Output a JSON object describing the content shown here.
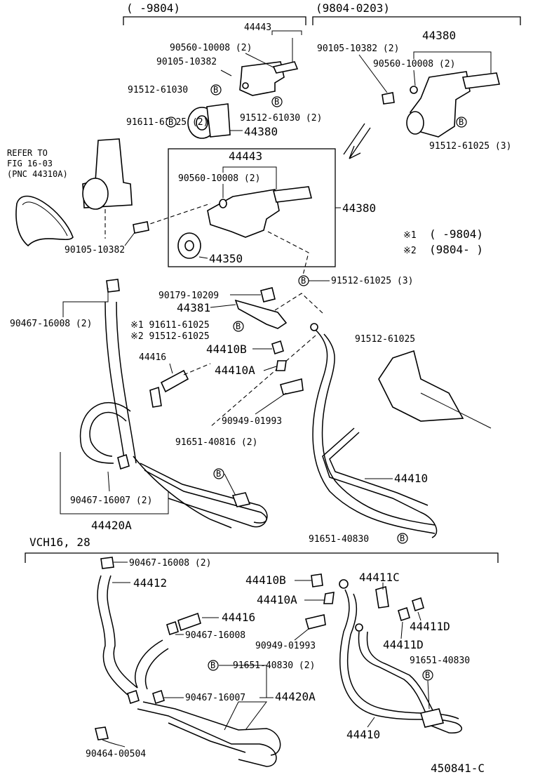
{
  "header": {
    "left_range": "(      -9804)",
    "right_range": "(9804-0203)"
  },
  "notes": {
    "note1_mark": "※1",
    "note1_range": "(      -9804)",
    "note2_mark": "※2",
    "note2_range": "(9804-      )"
  },
  "refer": {
    "line1": "REFER TO",
    "line2": "FIG 16-03",
    "line3": "(PNC 44310A)"
  },
  "bolt_symbol": "B",
  "section_title": "VCH16, 28",
  "figure_id": "450841-C",
  "labels": {
    "p44443_top": "44443",
    "p90560_top": "90560-10008 (2)",
    "p90105_top": "90105-10382",
    "p91512_top": "91512-61030",
    "p91611": "91611-61025 (2)",
    "p91512_61030_2": "91512-61030 (2)",
    "p44380_top": "44380",
    "p44380_right": "44380",
    "p90105_right": "90105-10382 (2)",
    "p90560_right": "90560-10008 (2)",
    "p91512_61025_3_right": "91512-61025 (3)",
    "p44443_box": "44443",
    "p90560_box": "90560-10008 (2)",
    "p44380_box": "44380",
    "p44350": "44350",
    "p90105_mid": "90105-10382",
    "p91512_61025_3_mid": "91512-61025 (3)",
    "p90467_16008_2": "90467-16008 (2)",
    "p90179": "90179-10209",
    "p44381": "44381",
    "p_note1_91611": "※1 91611-61025",
    "p_note2_91512": "※2 91512-61025",
    "p91512_61025": "91512-61025",
    "p44410B": "44410B",
    "p44416": "44416",
    "p44410A": "44410A",
    "p90949": "90949-01993",
    "p91651_40816": "91651-40816 (2)",
    "p44410": "44410",
    "p90467_16007_2": "90467-16007 (2)",
    "p44420A": "44420A",
    "p91651_40830": "91651-40830",
    "b_90467_16008_2": "90467-16008 (2)",
    "b_44412": "44412",
    "b_44410B": "44410B",
    "b_44411C": "44411C",
    "b_44410A": "44410A",
    "b_44416": "44416",
    "b_44411D_a": "44411D",
    "b_90467_16008": "90467-16008",
    "b_90949": "90949-01993",
    "b_44411D_b": "44411D",
    "b_91651_40830_2": "91651-40830 (2)",
    "b_91651_40830": "91651-40830",
    "b_90467_16007": "90467-16007",
    "b_44420A": "44420A",
    "b_90464": "90464-00504",
    "b_44410": "44410"
  }
}
